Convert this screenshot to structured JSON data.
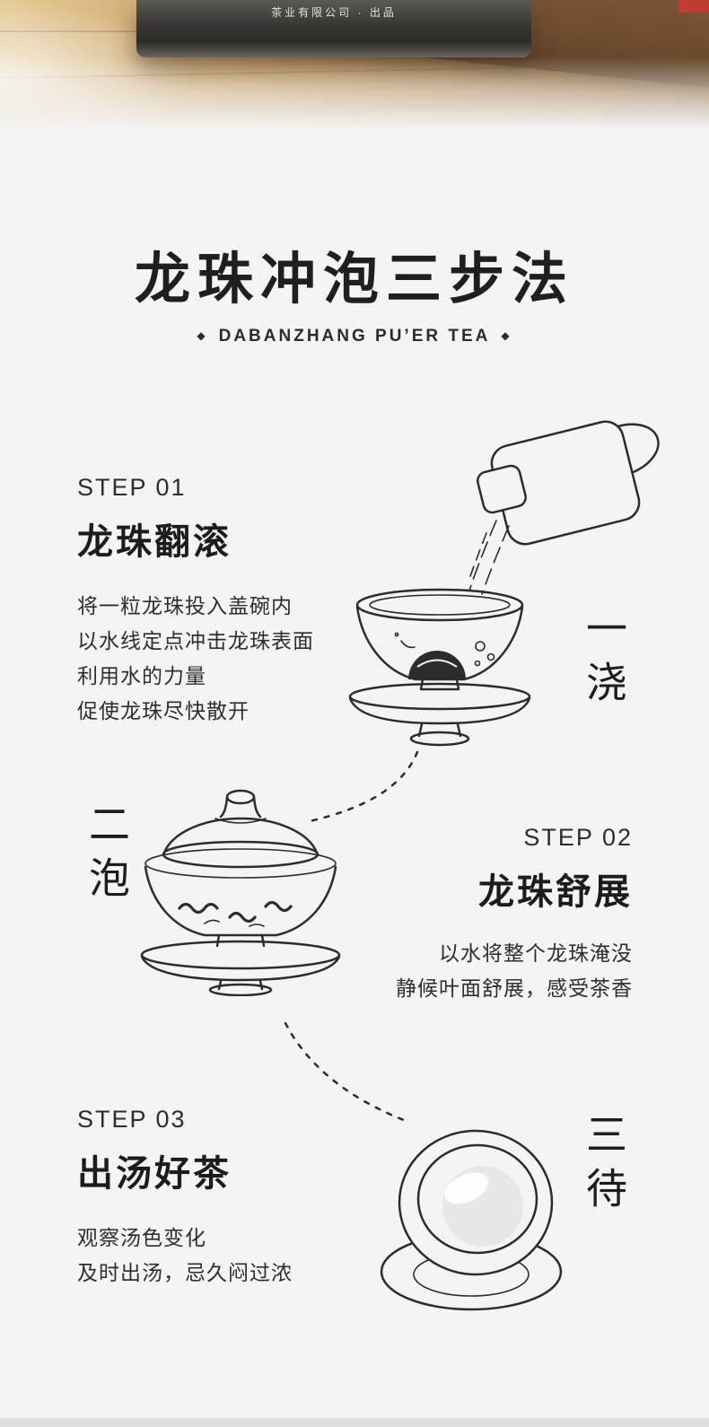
{
  "theme": {
    "bg": "#f4f4f2",
    "ink": "#232323",
    "line": "#2c2c2c",
    "accent_red": "#c13b30"
  },
  "photo": {
    "tin_caption": "茶业有限公司 · 出品"
  },
  "header": {
    "title": "龙珠冲泡三步法",
    "subtitle": "DABANZHANG PU’ER TEA",
    "diamond_left": "◆",
    "diamond_right": "◆"
  },
  "steps": [
    {
      "label": "STEP 01",
      "title": "龙珠翻滚",
      "lines": [
        "将一粒龙珠投入盖碗内",
        "以水线定点冲击龙珠表面",
        "利用水的力量",
        "促使龙珠尽快散开"
      ],
      "side_label": "一浇"
    },
    {
      "label": "STEP 02",
      "title": "龙珠舒展",
      "lines": [
        "以水将整个龙珠淹没",
        "静候叶面舒展，感受茶香"
      ],
      "side_label": "二泡"
    },
    {
      "label": "STEP 03",
      "title": "出汤好茶",
      "lines": [
        "观察汤色变化",
        "及时出汤，忌久闷过浓"
      ],
      "side_label": "三待"
    }
  ],
  "illustrations": {
    "step1": "kettle-pouring-into-gaiwan",
    "step2": "lidded-gaiwan-steeping",
    "step3": "gaiwan-top-view"
  }
}
